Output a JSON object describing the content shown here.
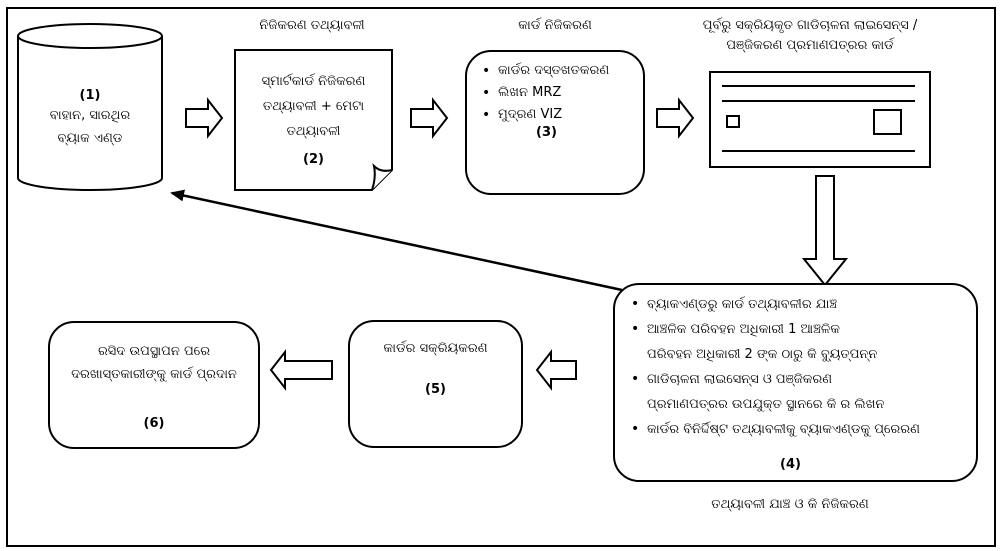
{
  "title_data": "ନିଜିକରଣ ତଥ୍ୟାବଳୀ",
  "title_card": "କାର୍ଡ ନିଜିକରଣ",
  "title_activated": [
    "ପୂର୍ବରୁ ସକ୍ରିୟକୃତ ଗାଡିଚାଳନା ଲାଇସେନ୍ସ /",
    "ପଞ୍ଜିକରଣ ପ୍ରମାଣପତ୍ରର କାର୍ଡ"
  ],
  "title_verify": "ତଥ୍ୟାବଳୀ ଯାଞ୍ଚ ଓ କି ନିଜିକରଣ",
  "db": {
    "num": "(1)",
    "lines": [
      "ବାହାନ, ସାରଥିର",
      "ବ୍ୟାକ ଏଣ୍ଡ"
    ]
  },
  "doc": {
    "lines": [
      "ସ୍ମାର୍ଟକାର୍ଡ ନିଜିକରଣ",
      "ତଥ୍ୟାବଳୀ + ମେଟା",
      "ତଥ୍ୟାବଳୀ"
    ],
    "num": "(2)"
  },
  "perso": {
    "items": [
      "କାର୍ଡର ଦସ୍ତଖତକରଣ",
      "ଲିଖନ MRZ",
      "ମୁଦ୍ରଣ VIZ"
    ],
    "num": "(3)"
  },
  "verify": {
    "items": [
      "ବ୍ୟାକଏଣ୍ଡରୁ କାର୍ଡ ତଥ୍ୟାବଳୀର ଯାଞ୍ଚ",
      "ଆଞ୍ଚଳିକ ପରିବହନ ଅଧିକାରୀ 1 ଆଞ୍ଚଳିକ\nପରିବହନ ଅଧିକାରୀ 2 ଙ୍କ ଠାରୁ କି ବ୍ୟୁତ୍ପନ୍ନ",
      "ଗାଡିଚାଳନା ଲାଇସେନ୍ସ ଓ ପଞ୍ଜିକରଣ\nପ୍ରମାଣପତ୍ରର ଉପଯୁକ୍ତ ସ୍ଥାନରେ କି ର ଲିଖନ",
      "କାର୍ଡର ବିନିର୍ଦ୍ଦିଷ୍ଟ ତଥ୍ୟାବଳୀକୁ ବ୍ୟାକଏଣ୍ଡକୁ ପ୍ରେରଣ"
    ],
    "num": "(4)"
  },
  "activate": {
    "label": "କାର୍ଡର ସକ୍ରିୟକରଣ",
    "num": "(5)"
  },
  "issue": {
    "lines": [
      "ରସିଦ ଉପସ୍ଥାପନ ପରେ",
      "ଦରଖାସ୍ତକାରୀଙ୍କୁ କାର୍ଡ ପ୍ରଦାନ"
    ],
    "num": "(6)"
  }
}
